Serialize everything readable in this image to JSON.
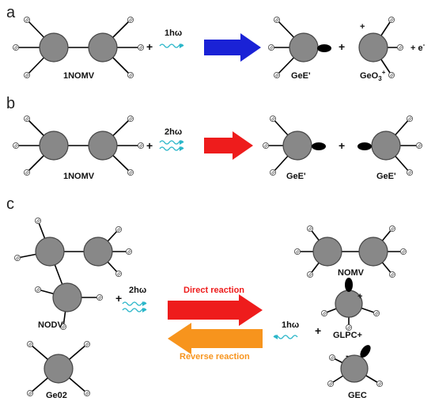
{
  "panels": {
    "a": {
      "letter": "a",
      "reactant": "1NOMV",
      "photon": "1hω",
      "products": [
        "GeE'",
        "GeO3+"
      ],
      "product_sub": "3",
      "product_sup": "+",
      "extra_product": "+ e",
      "extra_product_sup": "-",
      "plus": "+",
      "arrow_color": "#1a22d6"
    },
    "b": {
      "letter": "b",
      "reactant": "1NOMV",
      "photon": "2hω",
      "products": [
        "GeE'",
        "GeE'"
      ],
      "plus": "+",
      "arrow_color": "#ee1c1c"
    },
    "c": {
      "letter": "c",
      "left_species": [
        "NODV",
        "Ge02"
      ],
      "photon_forward": "2hω",
      "photon_reverse": "1hω",
      "direct_label": "Direct reaction",
      "reverse_label": "Reverse reaction",
      "right_species": [
        "NOMV",
        "GLPC+",
        "GEC"
      ],
      "glpc_charge": "+",
      "gec_charge": "-",
      "plus": "+",
      "direct_color": "#ee1c1c",
      "reverse_color": "#f7941d"
    }
  },
  "icons": {
    "atom": "grey-sphere",
    "terminal": "hatched-small-circle",
    "photon": "wavy-line-icon",
    "lone_pair": "black-lobe"
  }
}
